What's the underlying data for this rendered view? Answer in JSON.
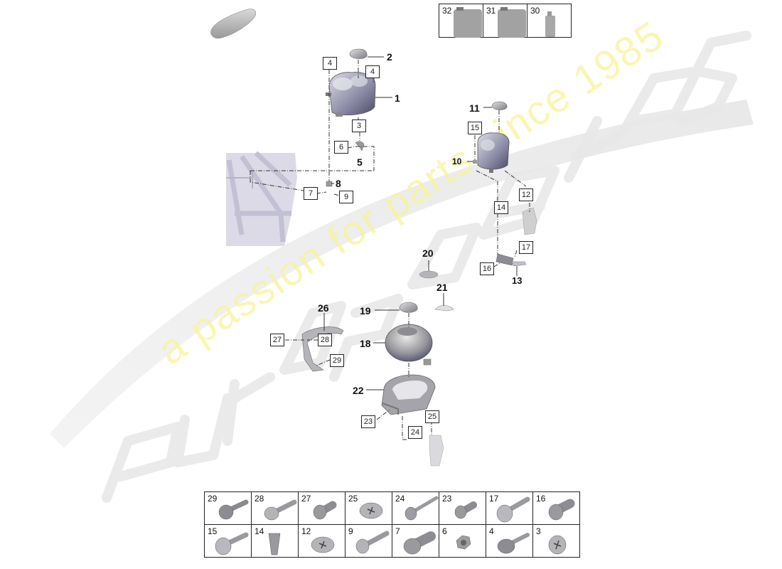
{
  "diagram": {
    "type": "exploded parts diagram",
    "subject": "coolant expansion tanks and mounting parts",
    "watermark": {
      "brand": "eurospares",
      "tagline": "a passion for parts since 1985",
      "tagline_color": "#f5f28a"
    },
    "callouts": [
      {
        "id": "1",
        "label": "1"
      },
      {
        "id": "2",
        "label": "2"
      },
      {
        "id": "5",
        "label": "5"
      },
      {
        "id": "8",
        "label": "8"
      },
      {
        "id": "10",
        "label": "10"
      },
      {
        "id": "11",
        "label": "11"
      },
      {
        "id": "13",
        "label": "13"
      },
      {
        "id": "18",
        "label": "18"
      },
      {
        "id": "19",
        "label": "19"
      },
      {
        "id": "20",
        "label": "20"
      },
      {
        "id": "21",
        "label": "21"
      },
      {
        "id": "22",
        "label": "22"
      },
      {
        "id": "26",
        "label": "26"
      }
    ],
    "boxed_labels": {
      "b4a": "4",
      "b4b": "4",
      "b3": "3",
      "b6": "6",
      "b7": "7",
      "b9": "9",
      "b15": "15",
      "b12": "12",
      "b14": "14",
      "b17": "17",
      "b16": "16",
      "b27": "27",
      "b28": "28",
      "b29": "29",
      "b23": "23",
      "b24": "24",
      "b25": "25"
    },
    "fluid_table": [
      {
        "num": "32",
        "item": "large canister"
      },
      {
        "num": "31",
        "item": "large canister"
      },
      {
        "num": "30",
        "item": "bottle"
      }
    ],
    "fastener_table": {
      "row1": [
        {
          "num": "29",
          "icon": "hex-flange-bolt"
        },
        {
          "num": "28",
          "icon": "torx-pan-bolt"
        },
        {
          "num": "27",
          "icon": "rivet-nut"
        },
        {
          "num": "25",
          "icon": "phillips-flange-screw"
        },
        {
          "num": "24",
          "icon": "long-torx-bolt"
        },
        {
          "num": "23",
          "icon": "rivet-nut"
        },
        {
          "num": "17",
          "icon": "pan-head-bolt"
        },
        {
          "num": "16",
          "icon": "hex-rivet-nut"
        }
      ],
      "row2": [
        {
          "num": "15",
          "icon": "pan-head-bolt"
        },
        {
          "num": "14",
          "icon": "clip-nut"
        },
        {
          "num": "12",
          "icon": "phillips-flange-screw"
        },
        {
          "num": "9",
          "icon": "torx-pan-bolt"
        },
        {
          "num": "7",
          "icon": "hex-rivet-nut"
        },
        {
          "num": "6",
          "icon": "hex-nut"
        },
        {
          "num": "4",
          "icon": "hex-flange-bolt"
        },
        {
          "num": "3",
          "icon": "phillips-flange-screw"
        }
      ]
    },
    "colors": {
      "part_gray": "#a9a9ad",
      "part_dark": "#6d6d78",
      "tank_blue_gray": "#8a8aa6",
      "frame_lavender": "#c9c7d8",
      "leader_line": "#333333",
      "border": "#222222"
    }
  }
}
